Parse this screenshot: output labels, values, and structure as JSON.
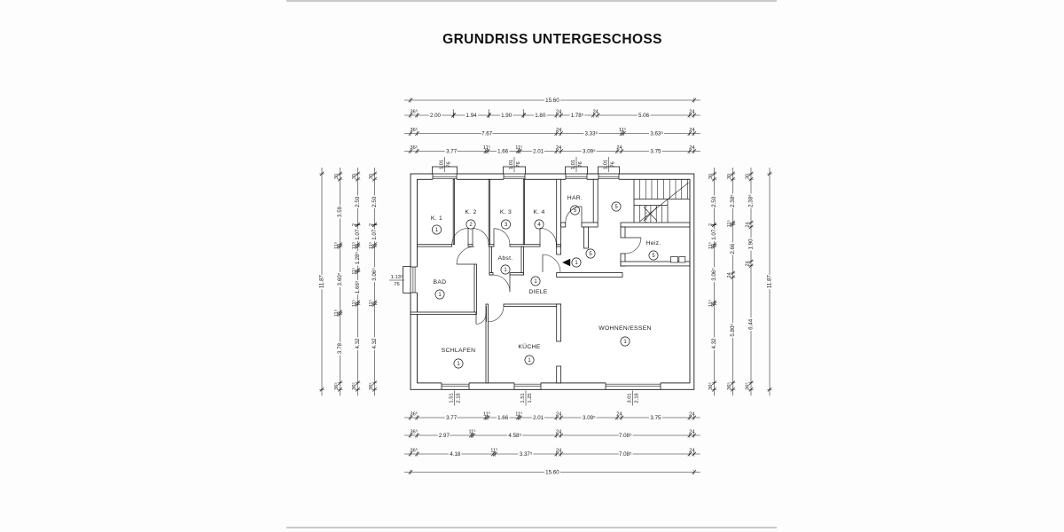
{
  "title": "GRUNDRISS UNTERGESCHOSS",
  "rooms": [
    {
      "id": "k1",
      "label": "K. 1",
      "number": "1"
    },
    {
      "id": "k2",
      "label": "K. 2",
      "number": "2"
    },
    {
      "id": "k3",
      "label": "K. 3",
      "number": "3"
    },
    {
      "id": "k4",
      "label": "K. 4",
      "number": "4"
    },
    {
      "id": "har",
      "label": "HAR.",
      "number": "5"
    },
    {
      "id": "stairhall",
      "label": "",
      "number": "5"
    },
    {
      "id": "hall",
      "label": "",
      "number": "5"
    },
    {
      "id": "heiz",
      "label": "Heiz.",
      "number": "5"
    },
    {
      "id": "abst",
      "label": "Abst.",
      "number": "1"
    },
    {
      "id": "bad",
      "label": "BAD",
      "number": "1"
    },
    {
      "id": "diele",
      "label": "DIELE",
      "number": "1"
    },
    {
      "id": "entry",
      "label": "",
      "number": "1"
    },
    {
      "id": "schlafen",
      "label": "SCHLAFEN",
      "number": "1"
    },
    {
      "id": "kueche",
      "label": "KÜCHE",
      "number": "1"
    },
    {
      "id": "wohnen",
      "label": "WOHNEN/ESSEN",
      "number": "1"
    }
  ],
  "windows": {
    "top": [
      {
        "w": "1.01",
        "h": "76"
      },
      {
        "w": "1.01",
        "h": "76"
      },
      {
        "w": "1.01",
        "h": "76"
      },
      {
        "w": "1.01",
        "h": "76"
      }
    ],
    "bottom": [
      {
        "w": "1.51",
        "h": "2.18"
      },
      {
        "w": "1.51",
        "h": "1.25"
      },
      {
        "w": "3.01",
        "h": "2.18"
      }
    ],
    "left": [
      {
        "w": "1.13⁵",
        "h": "76"
      }
    ]
  },
  "dimensions": {
    "top": {
      "overall": "15.60",
      "rows": [
        [
          "36⁵",
          "2.00",
          "1",
          "1.94",
          "1",
          "1.90",
          "1",
          "1.80",
          "24",
          "1.78⁵",
          "24",
          "5.06",
          "24"
        ],
        [
          "36⁵",
          "7.67",
          "24",
          "3.33⁵",
          "11⁵",
          "3.63⁵",
          "24"
        ],
        [
          "36⁵",
          "3.77",
          "11⁵",
          "1.66",
          "11⁵",
          "2.01",
          "24",
          "3.09⁵",
          "24",
          "3.75",
          "24"
        ]
      ]
    },
    "bottom": {
      "overall": "15.60",
      "rows": [
        [
          "36⁵",
          "3.77",
          "11⁵",
          "1.66",
          "11⁵",
          "2.01",
          "24",
          "3.09⁵",
          "24",
          "3.75",
          "24"
        ],
        [
          "36⁵",
          "2.97",
          "11⁵",
          "4.58⁵",
          "24",
          "7.08⁵",
          "24"
        ],
        [
          "36⁵",
          "4.18",
          "11⁵",
          "3.37⁵",
          "24",
          "7.08⁵",
          "24"
        ]
      ]
    },
    "left": {
      "overall": "11.87",
      "cols": [
        [
          "30",
          "3.59",
          "11⁵",
          "3.60⁵",
          "11⁵",
          "3.78",
          "36⁵"
        ],
        [
          "30",
          "2.50",
          "2",
          "1.07",
          "11⁵",
          "1.28⁵",
          "11⁵",
          "1.66⁵",
          "11⁵",
          "4.32",
          "36⁵"
        ],
        [
          "30",
          "2.50",
          "2",
          "1.07",
          "11⁵",
          "3.06⁵",
          "11⁵",
          "4.32",
          "36⁵"
        ]
      ]
    },
    "right": {
      "overall": "11.87",
      "cols": [
        [
          "30",
          "2.50",
          "2",
          "1.07",
          "11⁵",
          "3.06⁵",
          "11⁵",
          "4.32",
          "36⁵"
        ],
        [
          "30",
          "2.38⁵",
          "11⁵",
          "2.66",
          "24",
          "5.80⁵",
          "36⁵"
        ],
        [
          "30",
          "2.38⁵",
          "24",
          "1.90",
          "24",
          "6.44",
          "36⁵"
        ]
      ]
    },
    "totals": {
      "width": "15.60",
      "height": "11.87"
    }
  }
}
